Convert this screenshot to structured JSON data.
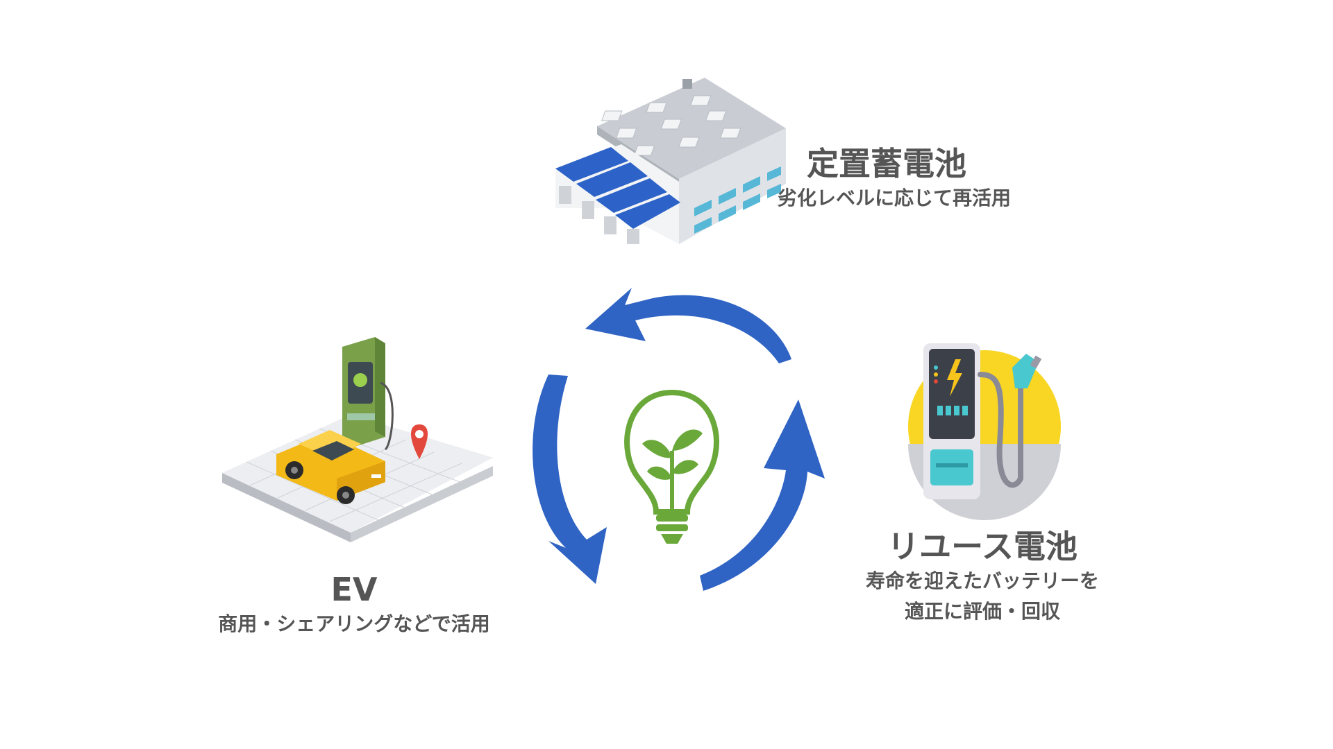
{
  "nodes": {
    "storage": {
      "title": "定置蓄電池",
      "subtitle": "劣化レベルに応じて再活用"
    },
    "ev": {
      "title": "EV",
      "subtitle": "商用・シェアリングなどで活用"
    },
    "reuse": {
      "title": "リユース電池",
      "subtitles": [
        "寿命を迎えたバッテリーを",
        "適正に評価・回収"
      ]
    }
  },
  "icons": {
    "storage": "factory-with-solar-panels-icon",
    "ev": "ev-car-charging-station-icon",
    "reuse": "ev-charger-battery-icon",
    "center": "lightbulb-with-plant-icon",
    "cycle": "circular-arrows-icon"
  },
  "colors": {
    "arrow": "#2f63c4",
    "bulb": "#6aa83a",
    "text": "#555555"
  }
}
